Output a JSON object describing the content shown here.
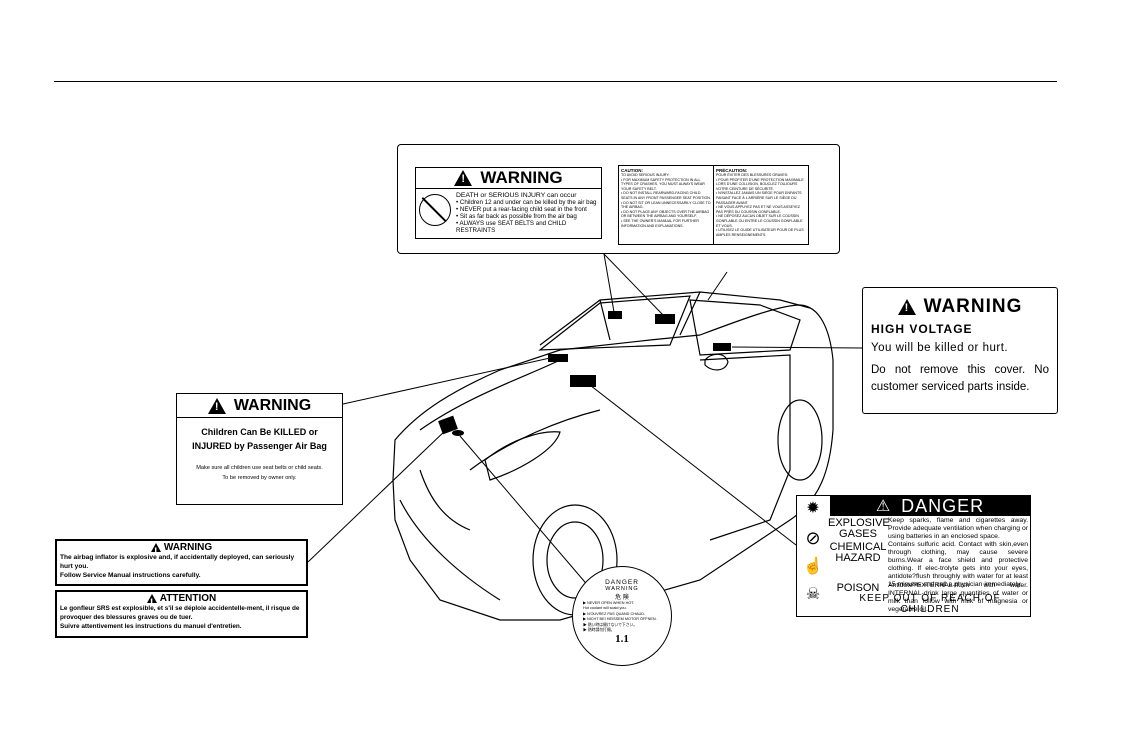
{
  "top_warning": {
    "title": "WARNING",
    "line1": "DEATH or SERIOUS INJURY can occur",
    "bullets": [
      "• Children 12 and under can be killed by the air bag",
      "• NEVER put a rear-facing child seat in the front",
      "• Sit as far back as possible from the air bag",
      "• ALWAYS use SEAT BELTS and CHILD RESTRAINTS"
    ]
  },
  "caution_label": {
    "caution_title": "CAUTION:",
    "caution_text": "TO AVOID SERIOUS INJURY:\n• FOR MAXIMUM SAFETY PROTECTION IN ALL TYPES OF CRASHES, YOU MUST ALWAYS WEAR YOUR SAFETY BELT.\n• DO NOT INSTALL REARWARD-FACING CHILD SEATS IN ANY FRONT PASSENGER SEAT POSITION.\n• DO NOT SIT OR LEAN UNNECESSARILY CLOSE TO THE AIRBAG.\n• DO NOT PLACE ANY OBJECTS OVER THE AIRBAG OR BETWEEN THE AIRBAG AND YOURSELF.\n• SEE THE OWNER'S MANUAL FOR FURTHER INFORMATION AND EXPLANATIONS.",
    "precaution_title": "PRÉCAUTION:",
    "precaution_text": "POUR ÉVITER DES BLESSURES GRAVES:\n• POUR PROFITER D'UNE PROTECTION MAXIMALE LORS D'UNE COLLISION, BOUCLEZ TOUJOURS VOTRE CEINTURE DE SÉCURITÉ.\n• N'INSTALLEZ JAMAIS UN SIÈGE POUR ENFANTS FAISANT FACE À L'ARRIÈRE SUR LE SIÈGE DU PASSAGER AVANT.\n• NE VOUS APPUYEZ PAS ET NE VOUS ASSEYEZ PAS PRÈS DU COUSSIN GONFLABLE.\n• NE DÉPOSEZ AUCUN OBJET SUR LE COUSSIN GONFLABLE OU ENTRE LE COUSSIN GONFLABLE ET VOUS.\n• UTILISEZ LE GUIDE UTILISATEUR POUR DE PLUS AMPLES RENSEIGNEMENTS."
  },
  "high_voltage": {
    "title": "WARNING",
    "heading": "HIGH VOLTAGE",
    "line1": "You will be killed or hurt.",
    "line2": "Do not remove this cover. No customer serviced parts inside."
  },
  "airbag_warning": {
    "title": "WARNING",
    "line1": "Children Can Be KILLED or",
    "line2": "INJURED by Passenger Air Bag",
    "line3": "Make sure all children use seat belts or child seats.",
    "line4": "To be removed by owner only."
  },
  "inflator_warning": {
    "title": "WARNING",
    "text": "The airbag inflator is explosive and, if accidentally deployed, can seriously hurt you.\nFollow Service Manual instructions carefully."
  },
  "attention": {
    "title": "ATTENTION",
    "text": "Le gonfleur SRS est explosible, et s'il se déploie accidentelle-ment, il risque de provoquer des blessures graves ou de tuer.\nSuivre attentivement les instructions du manuel d'entretien."
  },
  "radiator_cap": {
    "line1": "DANGER",
    "line2": "WARNING",
    "line3": "危 険",
    "lines": [
      "▶ NEVER OPEN WHEN HOT.",
      "  Hot coolant will scald you.",
      "▶ N'OUVREZ PAS QUAND CHAUD.",
      "▶ NICHT BEI HEISSEM MOTOR ÖFFNEN.",
      "▶ 熱い時は開けないで下さい。",
      "▶ 熱時請勿打開。"
    ],
    "pressure": "1.1"
  },
  "danger_label": {
    "title": "DANGER",
    "rows": [
      {
        "name1": "EXPLOSIVE",
        "name2": "GASES",
        "text": "Keep sparks, flame and cigarettes away. Provide adequate ventilation when charging or using batteries in an enclosed space."
      },
      {
        "name1": "CHEMICAL",
        "name2": "HAZARD",
        "text": "Contains sulfuric acid. Contact with skin,even through clothing, may cause severe burns.Wear a face shield and protective clothing. If elec-trolyte gets into your eyes, antidote?flush throughly with water for at least 15 minutes and call a physician immediately."
      },
      {
        "name1": "POISON",
        "name2": "",
        "text": "Antidote?EXTERNAL-flush with water. INTERNAL-drink large quantities of water or milk than follow with milk of magnesia or vegetable oil."
      }
    ],
    "footer": "KEEP OUT OF REACH OF CHILDREN"
  }
}
